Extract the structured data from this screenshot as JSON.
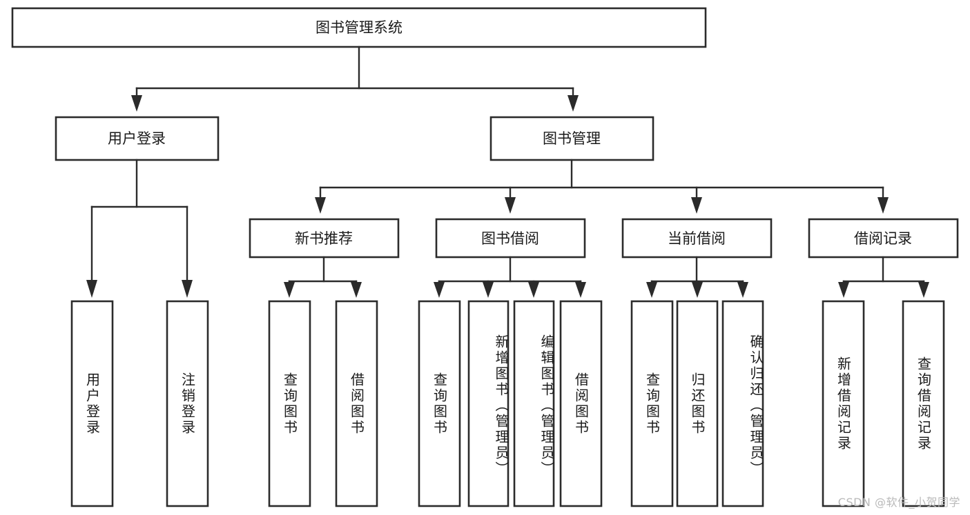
{
  "diagram": {
    "title": "图书管理系统",
    "type": "hierarchy-tree",
    "watermark": "CSDN @软件_小贺同学",
    "colors": {
      "box_stroke": "#2b2b2b",
      "box_fill": "#ffffff",
      "text": "#1a1a1a",
      "background": "#ffffff",
      "watermark": "#b9b9b9"
    },
    "root": {
      "label": "图书管理系统"
    },
    "level2": [
      {
        "label": "用户登录"
      },
      {
        "label": "图书管理"
      }
    ],
    "level3": [
      {
        "label": "新书推荐"
      },
      {
        "label": "图书借阅"
      },
      {
        "label": "当前借阅"
      },
      {
        "label": "借阅记录"
      }
    ],
    "leaves": {
      "user_login": [
        {
          "label": "用户登录"
        },
        {
          "label": "注销登录"
        }
      ],
      "new_book_recommend": [
        {
          "label": "查询图书"
        },
        {
          "label": "借阅图书"
        }
      ],
      "book_borrow": [
        {
          "label": "查询图书"
        },
        {
          "label": "新增图书（管理员）"
        },
        {
          "label": "编辑图书（管理员）"
        },
        {
          "label": "借阅图书"
        }
      ],
      "current_borrow": [
        {
          "label": "查询图书"
        },
        {
          "label": "归还图书"
        },
        {
          "label": "确认归还（管理员）"
        }
      ],
      "borrow_record": [
        {
          "label": "新增借阅记录"
        },
        {
          "label": "查询借阅记录"
        }
      ]
    }
  }
}
